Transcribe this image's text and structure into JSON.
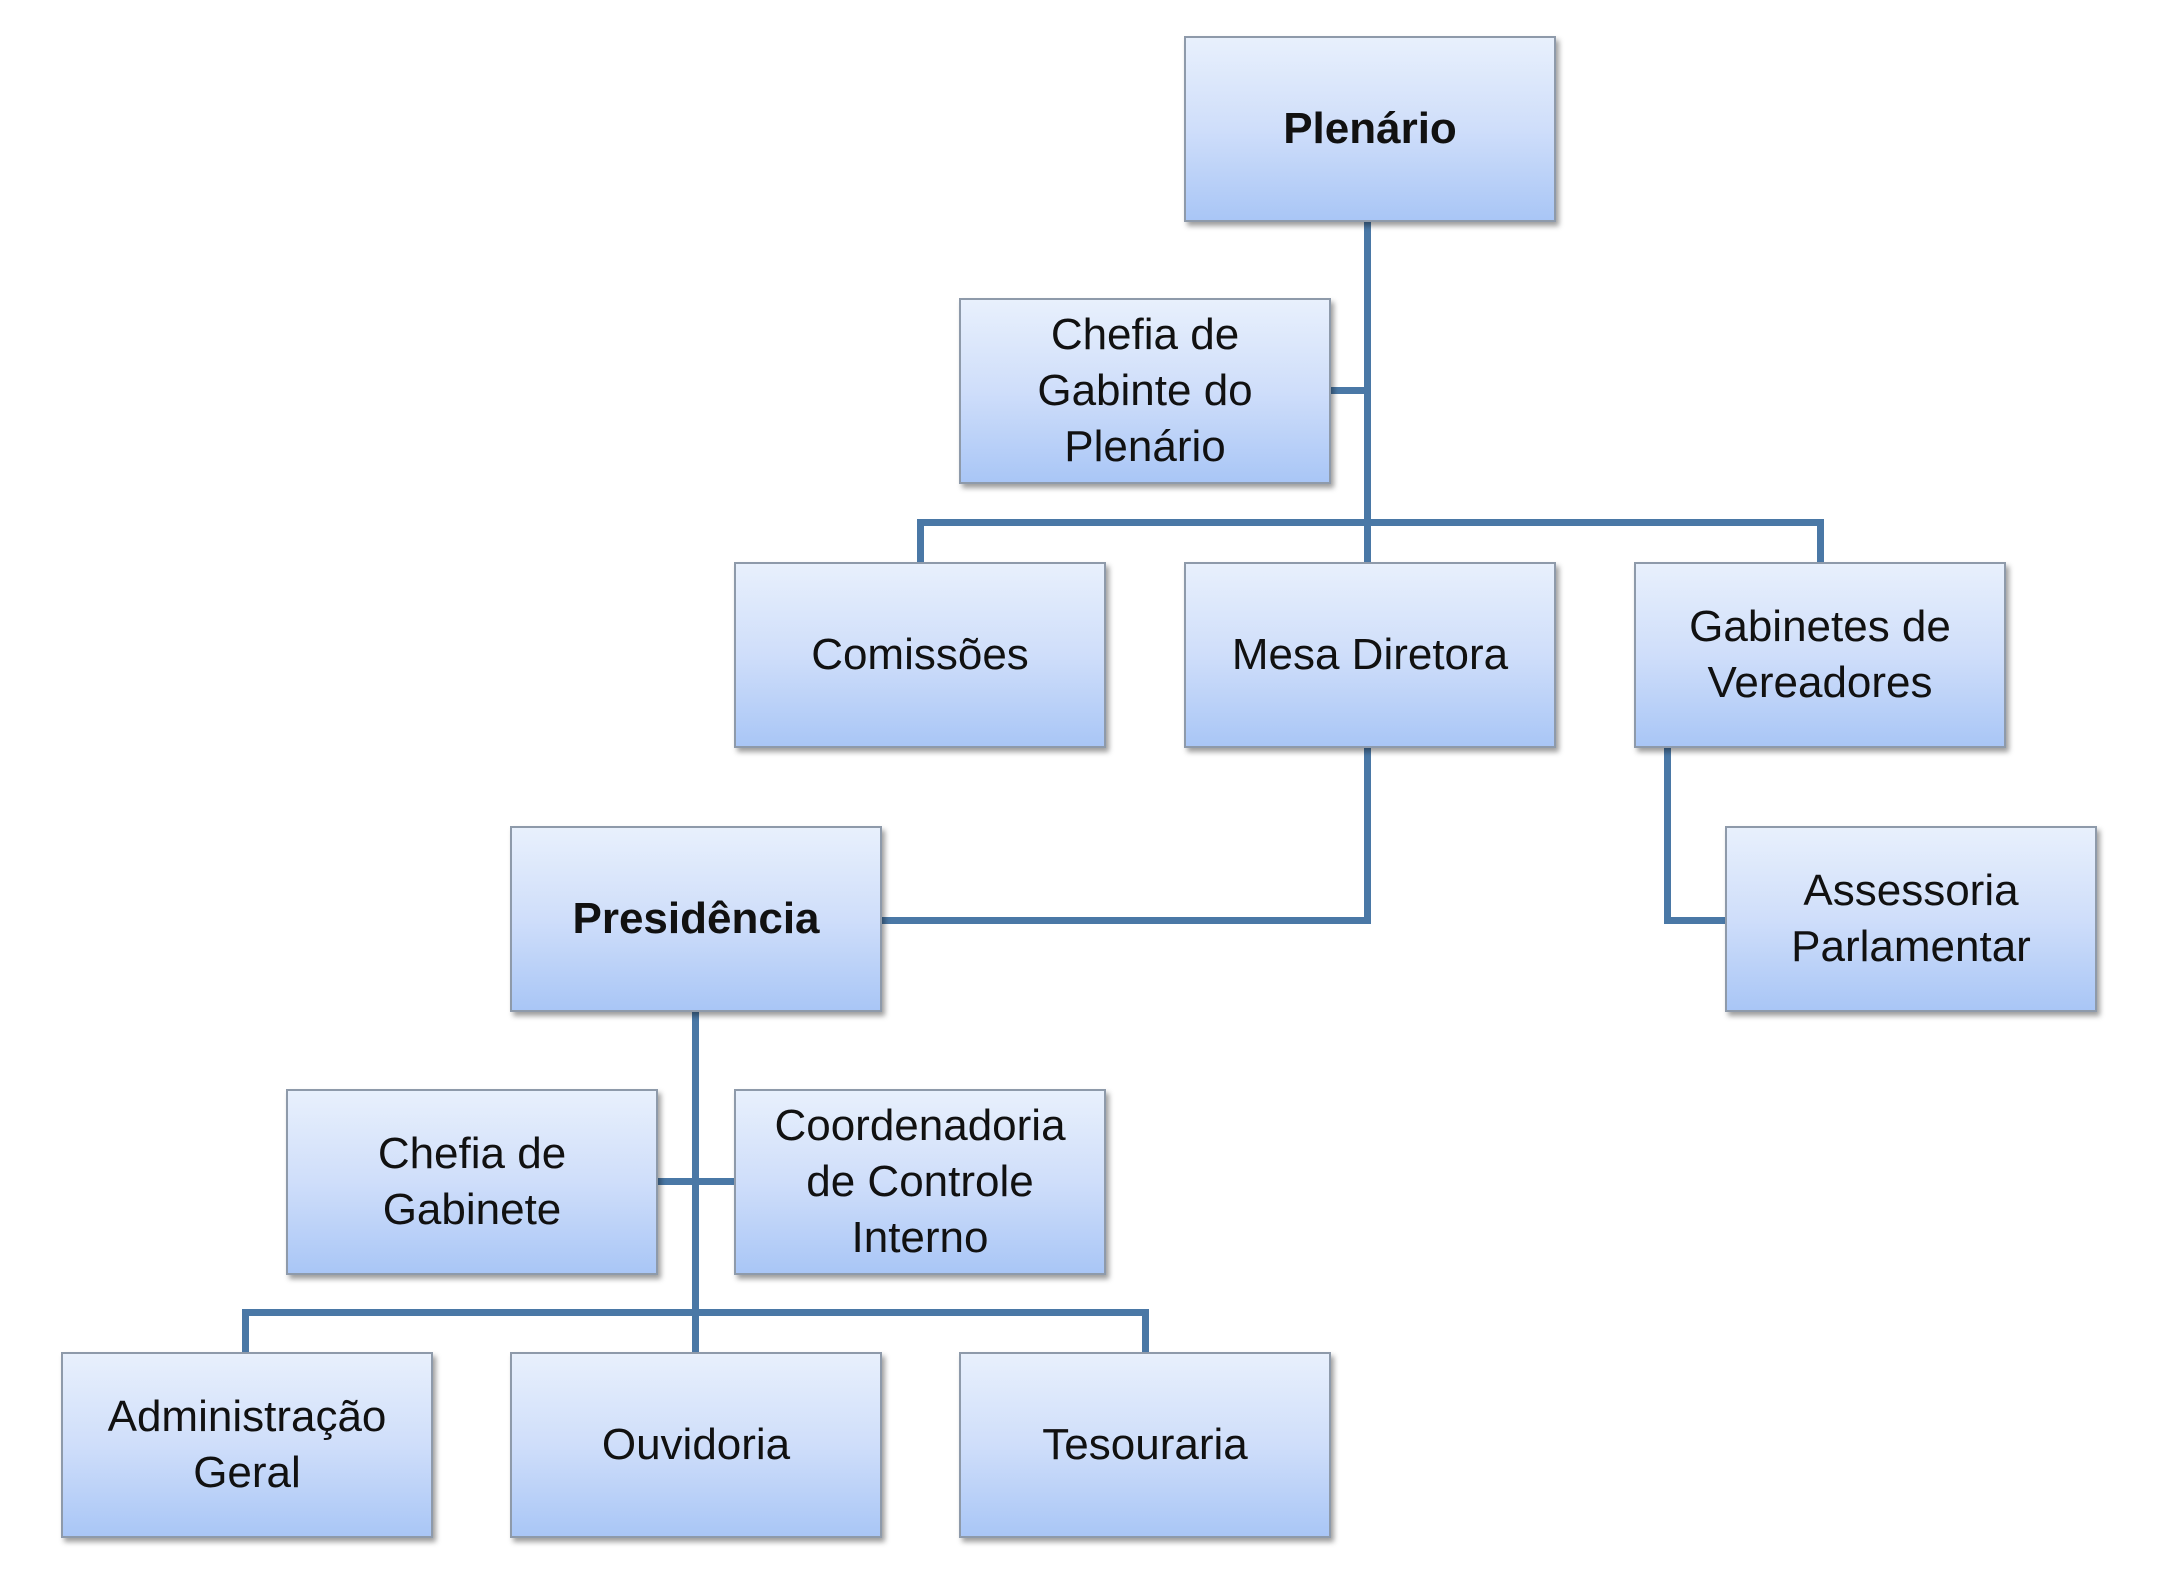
{
  "nodes": {
    "plenario": "Plenário",
    "chefia_gabinete_plenario": "Chefia de\nGabinte do\nPlenário",
    "comissoes": "Comissões",
    "mesa_diretora": "Mesa Diretora",
    "gabinetes_vereadores": "Gabinetes de\nVereadores",
    "presidencia": "Presidência",
    "assessoria_parlamentar": "Assessoria\nParlamentar",
    "chefia_gabinete": "Chefia de\nGabinete",
    "coordenadoria_controle_interno": "Coordenadoria\nde Controle\nInterno",
    "administracao_geral": "Administração\nGeral",
    "ouvidoria": "Ouvidoria",
    "tesouraria": "Tesouraria"
  },
  "edges": [
    [
      "plenario",
      "chefia_gabinete_plenario"
    ],
    [
      "plenario",
      "comissoes"
    ],
    [
      "plenario",
      "mesa_diretora"
    ],
    [
      "plenario",
      "gabinetes_vereadores"
    ],
    [
      "mesa_diretora",
      "presidencia"
    ],
    [
      "gabinetes_vereadores",
      "assessoria_parlamentar"
    ],
    [
      "presidencia",
      "chefia_gabinete"
    ],
    [
      "presidencia",
      "coordenadoria_controle_interno"
    ],
    [
      "presidencia",
      "administracao_geral"
    ],
    [
      "presidencia",
      "ouvidoria"
    ],
    [
      "presidencia",
      "tesouraria"
    ]
  ],
  "colors": {
    "connector": "#4a78a6",
    "box_gradient_top": "#e8f0fc",
    "box_gradient_bottom": "#a9c6f6",
    "box_border": "#8e9aaa"
  }
}
